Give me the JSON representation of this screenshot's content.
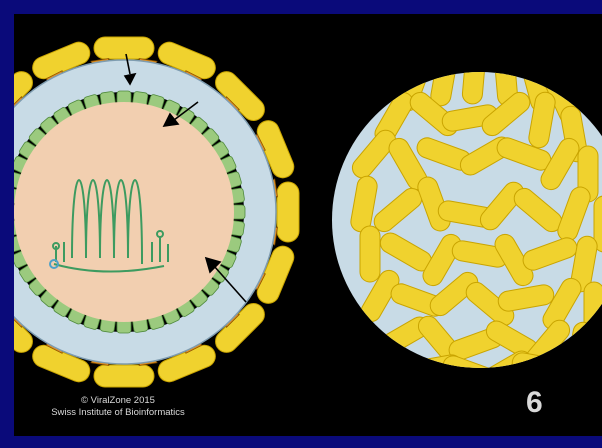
{
  "credit": {
    "line1": "© ViralZone 2015",
    "line2": "Swiss Institute of Bioinformatics"
  },
  "page_number": "6",
  "colors": {
    "slide_border": "#0a0a7a",
    "panel_bg": "#000000",
    "spike_yellow": "#f0d22e",
    "spike_outline": "#c9a400",
    "glycoprotein_orange": "#e48f1d",
    "envelope_blue": "#c8dbe6",
    "capsid_green": "#9bca7e",
    "core_peach": "#f2cfb0",
    "genome_green": "#3d9b60",
    "text_gray": "#d9d9d9"
  },
  "icons": [
    "arrow-icon",
    "genome-coil-icon"
  ]
}
